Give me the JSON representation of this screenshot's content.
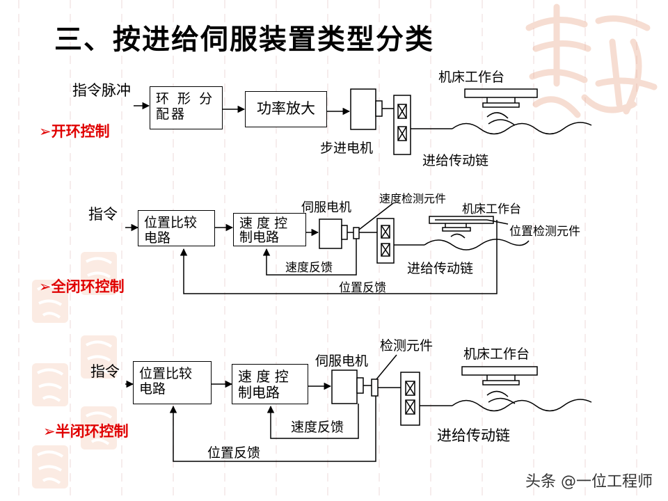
{
  "title": "三、按进给伺服装置类型分类",
  "open_loop": {
    "label": "➢开环控制",
    "input": "指令脉冲",
    "block1": "环 形 分 配器",
    "block2": "功率放大",
    "motor": "步进电机",
    "table": "机床工作台",
    "chain": "进给传动链"
  },
  "closed_loop": {
    "label": "➢全闭环控制",
    "input": "指令",
    "block1": "位置比较 电路",
    "block2": "速 度 控 制电路",
    "motor": "伺服电机",
    "speed_sensor": "速度检测元件",
    "table": "机床工作台",
    "position_sensor": "位置检测元件",
    "chain": "进给传动链",
    "speed_feedback": "速度反馈",
    "position_feedback": "位置反馈"
  },
  "semi_closed_loop": {
    "label": "➢半闭环控制",
    "input": "指令",
    "block1": "位置比较 电路",
    "block2": "速 度 控 制电路",
    "motor": "伺服电机",
    "sensor": "检测元件",
    "table": "机床工作台",
    "chain": "进给传动链",
    "speed_feedback": "速度反馈",
    "position_feedback": "位置反馈"
  },
  "watermark": "头条 @一位工程师",
  "colors": {
    "label_red": "#e00000",
    "seal": "#e8a080"
  }
}
